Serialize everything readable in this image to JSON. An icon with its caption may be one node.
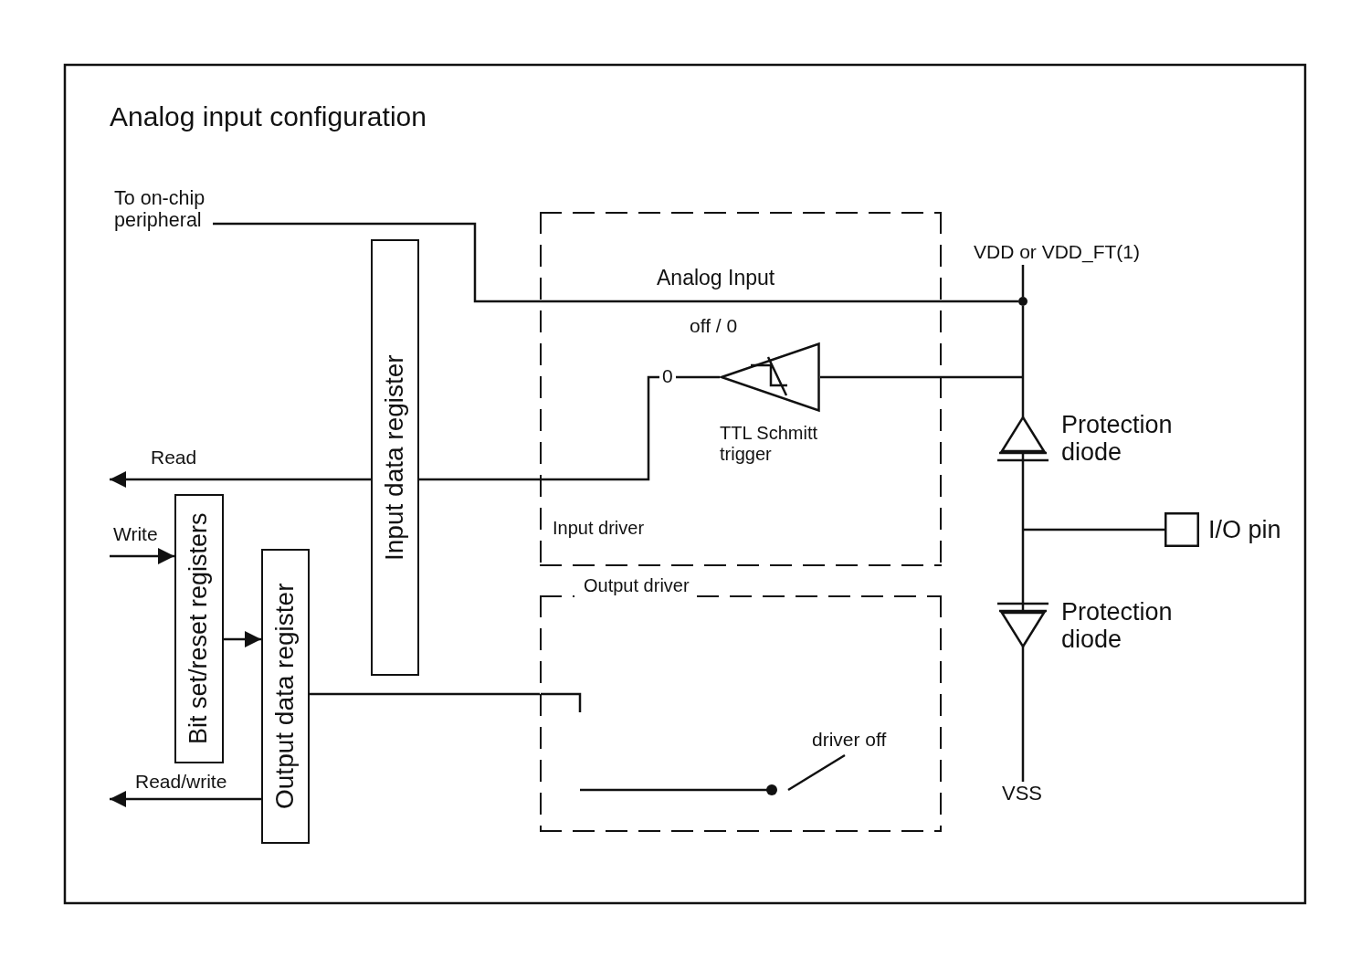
{
  "diagram": {
    "title": "Analog input configuration",
    "nodes": [
      {
        "text": [
          "To on-chip peripheral"
        ]
      },
      {
        "text": [
          "Input driver"
        ]
      },
      {
        "text": [],
        "shape": "triangle",
        "beside": [
          "TTL Schmitt trigger"
        ],
        "in": 1
      },
      {
        "text": [
          "Input data register"
        ]
      },
      {
        "text": [
          "VDD or VDD_FT(1)"
        ]
      },
      {
        "text": [],
        "shape": "dot"
      },
      {
        "text": [],
        "shape": "diode",
        "beside": [
          "Protection diode"
        ]
      },
      {
        "text": [
          "Bit set/reset registers"
        ]
      },
      {
        "text": [
          "Output data register"
        ]
      },
      {
        "text": [],
        "shape": "box",
        "beside": [
          "I/O pin"
        ]
      },
      {
        "text": [
          "Output driver"
        ]
      },
      {
        "text": [],
        "shape": "diode",
        "beside": [
          "Protection diode"
        ]
      },
      {
        "text": [
          "VSS"
        ]
      }
    ],
    "edges": [
      {
        "from": 0,
        "to": 5,
        "arrow": "none",
        "label": "Analog Input"
      },
      {
        "from": 4,
        "to": 5,
        "arrow": "none"
      },
      {
        "from": 5,
        "to": 6,
        "arrow": "none"
      },
      {
        "from": 2,
        "to": null,
        "arrow": "none"
      },
      {
        "from": 2,
        "to": 3,
        "arrow": "none",
        "label": "0"
      },
      {
        "from": 3,
        "to": null,
        "arrow": "to",
        "label": "Read"
      },
      {
        "from": null,
        "to": 7,
        "arrow": "to",
        "label": "Write"
      },
      {
        "from": 7,
        "to": 8,
        "arrow": "to"
      },
      {
        "from": 8,
        "to": null,
        "arrow": "to",
        "label": "Read/write"
      },
      {
        "from": 8,
        "to": 10,
        "arrow": "none"
      },
      {
        "from": 6,
        "to": 11,
        "arrow": "none"
      },
      {
        "from": 9,
        "to": null,
        "arrow": "none"
      },
      {
        "from": 11,
        "to": 12,
        "arrow": "none"
      }
    ],
    "labels": [
      "off / 0",
      "driver off"
    ]
  }
}
